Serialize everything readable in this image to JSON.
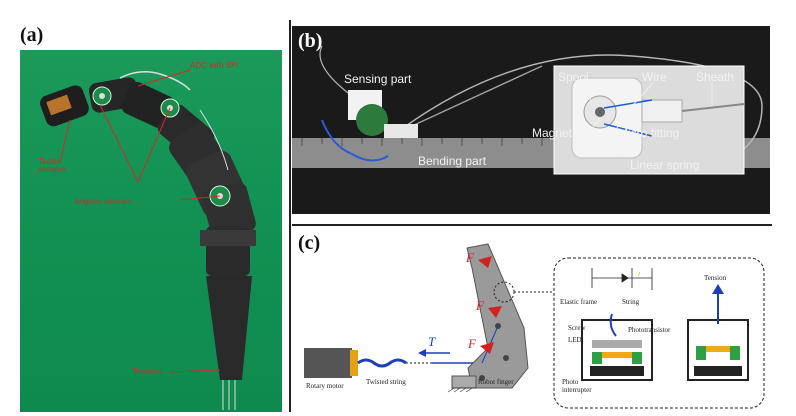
{
  "panels": {
    "a": {
      "label": "(a)",
      "annotations": {
        "adc": "ADC with SPI",
        "tactile": "Tactile\nsensors",
        "angular": "Angular sensors",
        "tendons": "Tendons"
      }
    },
    "b": {
      "label": "(b)",
      "annotations": {
        "sensing_part": "Sensing part",
        "bending_part": "Bending part",
        "spool": "Spool",
        "wire": "Wire",
        "sheath": "Sheath",
        "magnet": "Magnet",
        "micro_fitting": "Micro fitting",
        "linear_spring": "Linear spring"
      }
    },
    "c": {
      "label": "(c)",
      "annotations": {
        "rotary_motor": "Rotary motor",
        "twisted_string": "Twisted string",
        "robot_finger": "Robot finger",
        "t": "T",
        "f1": "F",
        "f2": "F",
        "f3": "F",
        "elastic_frame": "Elastic frame",
        "string": "String",
        "screw": "Screw",
        "led": "LED",
        "phototransistor": "Phototransistor",
        "photo_interrupter": "Photo\ninterrupter",
        "tension": "Tension"
      }
    }
  },
  "colors": {
    "green_background": "#129254",
    "label_red": "#d62828",
    "arrow_blue": "#1c3fb8",
    "force_red": "#d32020",
    "led_green": "#2ea043",
    "led_orange": "#f0a818"
  }
}
